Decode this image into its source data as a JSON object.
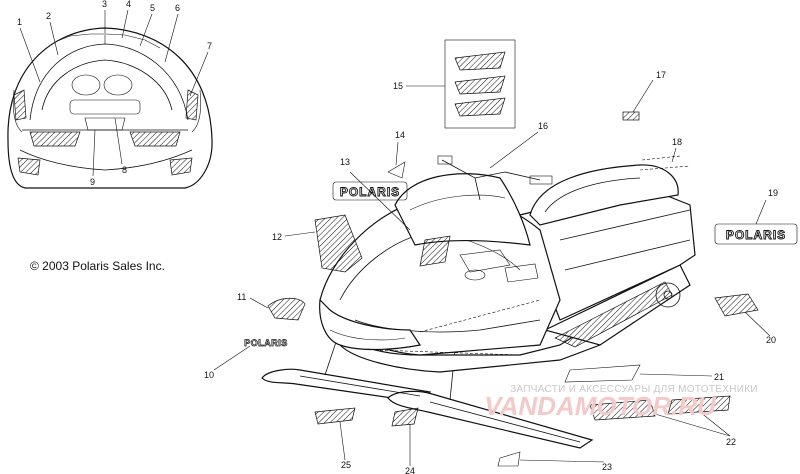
{
  "copyright": "© 2003 Polaris Sales Inc.",
  "brand_decal": "POLARIS",
  "callouts": [
    "1",
    "2",
    "3",
    "4",
    "5",
    "6",
    "7",
    "8",
    "9",
    "10",
    "11",
    "12",
    "13",
    "14",
    "15",
    "16",
    "17",
    "18",
    "19",
    "20",
    "21",
    "22",
    "23",
    "24",
    "25"
  ],
  "watermark": {
    "caption": "ЗАПЧАСТИ И АКСЕССУАРЫ ДЛЯ МОТОТЕХНИКИ",
    "logo": "VANDAMOTOR.RU"
  }
}
